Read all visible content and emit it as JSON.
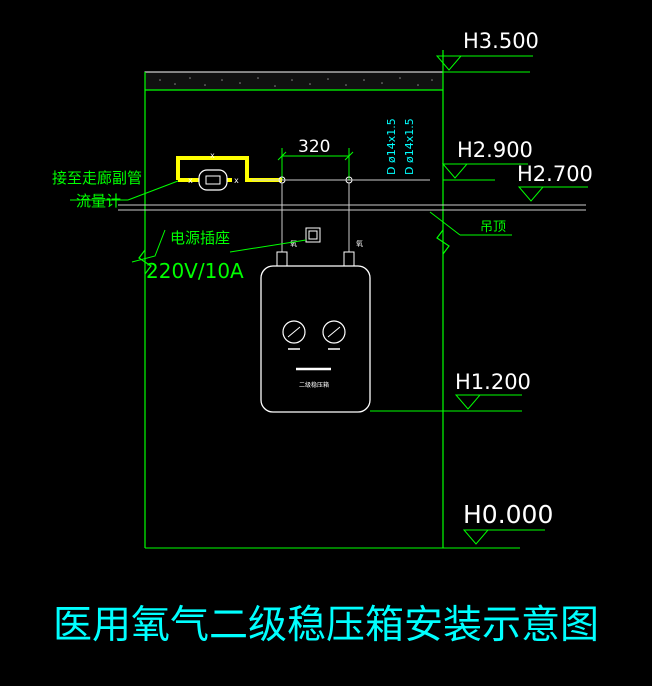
{
  "title": "医用氧气二级稳压箱安装示意图",
  "elevations": {
    "h3500": "H3.500",
    "h2900": "H2.900",
    "h2700": "H2.700",
    "h1200": "H1.200",
    "h0000": "H0.000"
  },
  "dimension": "320",
  "pipe_specs": [
    "D ø14x1.5",
    "D ø14x1.5"
  ],
  "labels": {
    "flowmeter_line1": "接至走廊副管",
    "flowmeter_line2": "流量计",
    "power_socket": "电源插座",
    "voltage": "220V/10A",
    "ceiling": "吊顶",
    "box_name": "二级稳压箱"
  },
  "colors": {
    "background": "#000000",
    "wall": "#00ff00",
    "annotation": "#00ff00",
    "elevation": "#ffffff",
    "title": "#00ffff",
    "pipe": "#ffff00",
    "pipe_spec": "#00ffff"
  }
}
